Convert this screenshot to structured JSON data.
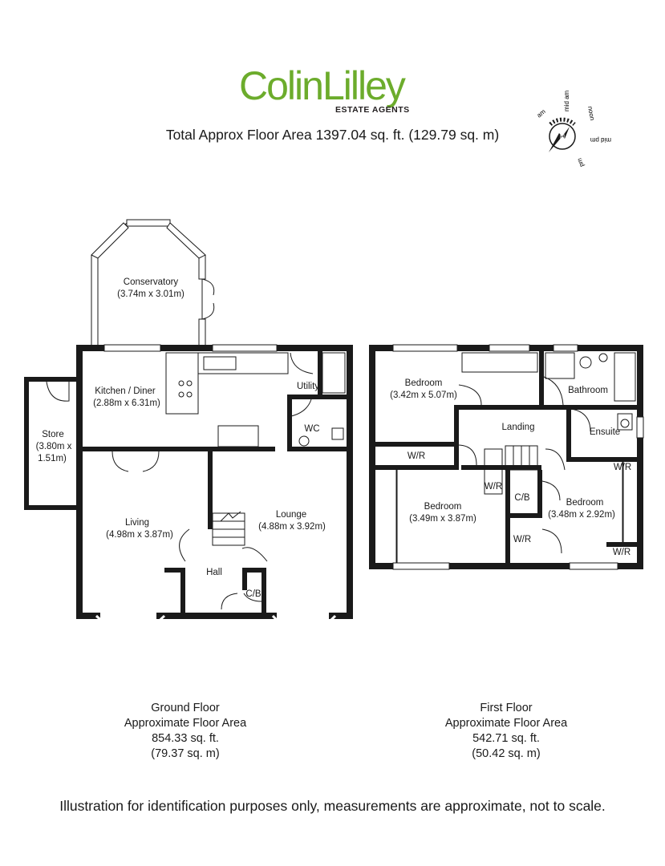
{
  "logo": {
    "brand_first": "Colin",
    "brand_second": "Lilley",
    "tagline": "ESTATE AGENTS",
    "brand_color": "#6cac2c",
    "text_color": "#231f20"
  },
  "header": {
    "total_area": "Total Approx Floor Area 1397.04 sq. ft. (129.79 sq. m)"
  },
  "compass": {
    "icon": "sun-path-compass-icon",
    "north": "N",
    "labels": [
      "mid am",
      "noon",
      "mid pm",
      "pm",
      "am"
    ]
  },
  "ground_floor": {
    "rooms": {
      "conservatory": {
        "name": "Conservatory",
        "size": "(3.74m x 3.01m)"
      },
      "kitchen": {
        "name": "Kitchen / Diner",
        "size": "(2.88m x 6.31m)"
      },
      "utility": {
        "name": "Utility"
      },
      "wc": {
        "name": "WC"
      },
      "store": {
        "name": "Store",
        "size_line1": "(3.80m x",
        "size_line2": "1.51m)"
      },
      "living": {
        "name": "Living",
        "size": "(4.98m x 3.87m)"
      },
      "lounge": {
        "name": "Lounge",
        "size": "(4.88m x 3.92m)"
      },
      "hall": {
        "name": "Hall"
      },
      "cb": {
        "name": "C/B"
      }
    },
    "caption": {
      "title": "Ground Floor",
      "subtitle": "Approximate Floor Area",
      "sqft": "854.33 sq. ft.",
      "sqm": "(79.37 sq. m)"
    }
  },
  "first_floor": {
    "rooms": {
      "bedroom1": {
        "name": "Bedroom",
        "size": "(3.42m x 5.07m)"
      },
      "bathroom": {
        "name": "Bathroom"
      },
      "landing": {
        "name": "Landing"
      },
      "ensuite": {
        "name": "Ensuite"
      },
      "wr_landing": {
        "name": "W/R"
      },
      "wr_stairs": {
        "name": "W/R"
      },
      "cb": {
        "name": "C/B"
      },
      "bedroom2": {
        "name": "Bedroom",
        "size": "(3.49m x 3.87m)"
      },
      "bedroom3": {
        "name": "Bedroom",
        "size": "(3.48m x 2.92m)"
      },
      "wr_small": {
        "name": "W/R"
      },
      "wr_top_right": {
        "name": "W/R"
      },
      "wr_bottom_right": {
        "name": "W/R"
      }
    },
    "caption": {
      "title": "First Floor",
      "subtitle": "Approximate Floor Area",
      "sqft": "542.71 sq. ft.",
      "sqm": "(50.42 sq. m)"
    }
  },
  "footer": {
    "disclaimer": "Illustration for identification purposes only, measurements are approximate, not to scale."
  }
}
